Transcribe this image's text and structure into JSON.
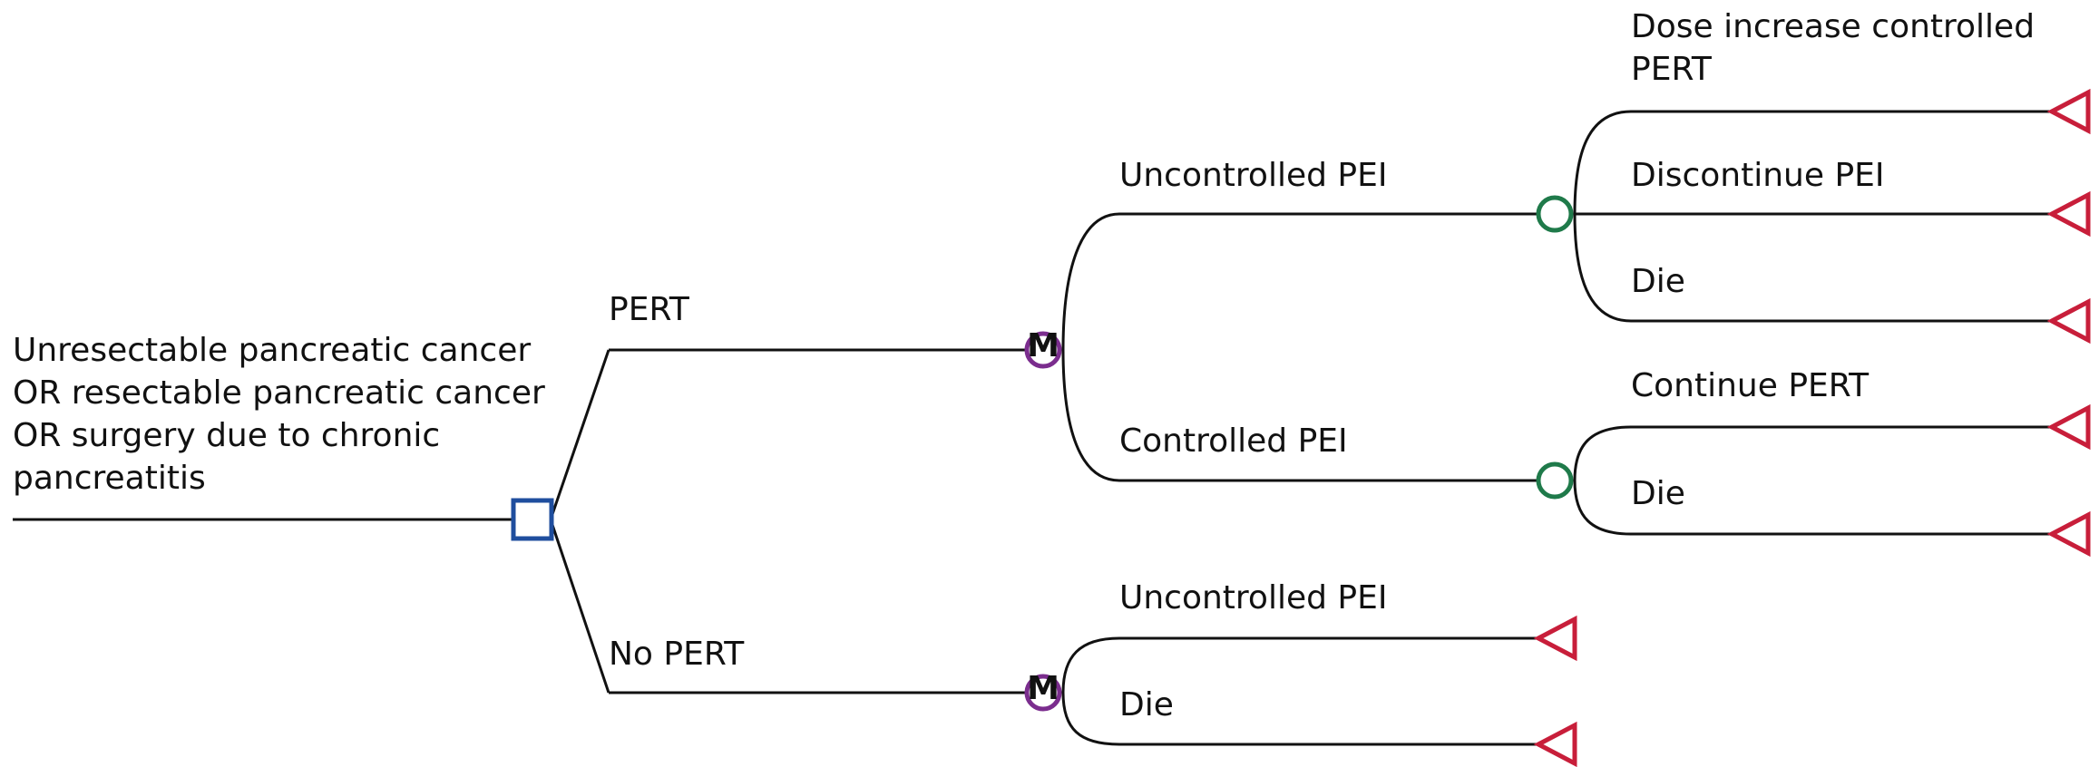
{
  "root": {
    "label_lines": [
      "Unresectable pancreatic cancer",
      "OR resectable pancreatic cancer",
      "OR surgery due to chronic",
      "pancreatitis"
    ]
  },
  "branches": {
    "pert": "PERT",
    "no_pert": "No PERT",
    "pert_uncontrolled": "Uncontrolled PEI",
    "pert_controlled": "Controlled PEI",
    "uncontrolled_dose_increase_lines": [
      "Dose increase controlled",
      "PERT"
    ],
    "uncontrolled_discontinue": "Discontinue PEI",
    "uncontrolled_die": "Die",
    "controlled_continue": "Continue PERT",
    "controlled_die": "Die",
    "nopert_uncontrolled": "Uncontrolled PEI",
    "nopert_die": "Die"
  },
  "markov_letter": "M",
  "colors": {
    "decision": "#1f4e9e",
    "chance": "#1f7a4a",
    "markov": "#7b2d8e",
    "terminal": "#c81e3a",
    "line": "#111111"
  }
}
